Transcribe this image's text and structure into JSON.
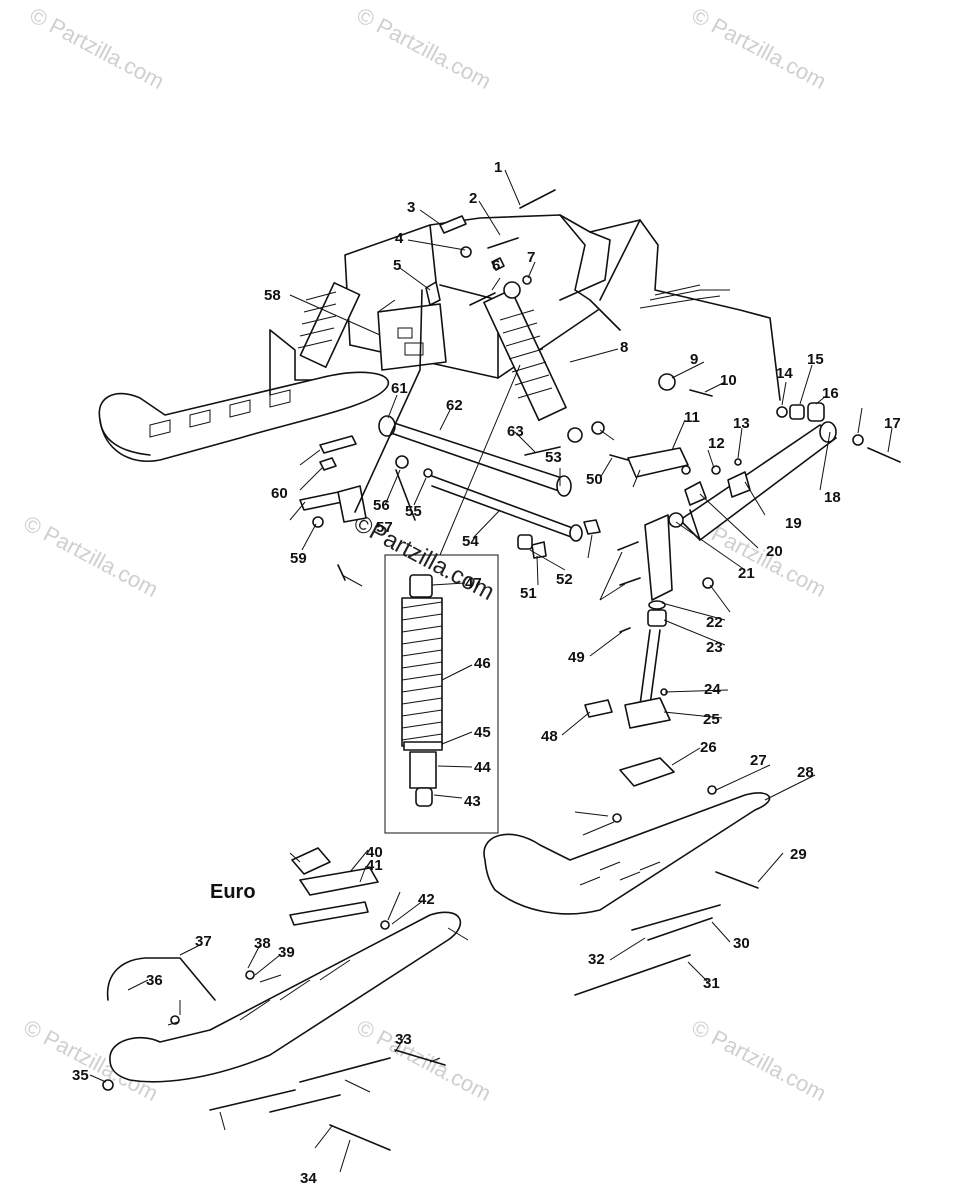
{
  "watermark": {
    "text": "© Partzilla.com",
    "center_text": "©Partzilla.com"
  },
  "region_label": "Euro",
  "callouts": [
    "1",
    "2",
    "3",
    "4",
    "5",
    "6",
    "7",
    "8",
    "9",
    "10",
    "11",
    "12",
    "13",
    "14",
    "15",
    "16",
    "17",
    "18",
    "19",
    "20",
    "21",
    "22",
    "23",
    "24",
    "25",
    "26",
    "27",
    "28",
    "29",
    "30",
    "31",
    "32",
    "33",
    "34",
    "35",
    "36",
    "37",
    "38",
    "39",
    "40",
    "41",
    "42",
    "43",
    "44",
    "45",
    "46",
    "47",
    "48",
    "49",
    "50",
    "51",
    "52",
    "53",
    "54",
    "55",
    "56",
    "57",
    "58",
    "59",
    "60",
    "61",
    "62",
    "63"
  ]
}
